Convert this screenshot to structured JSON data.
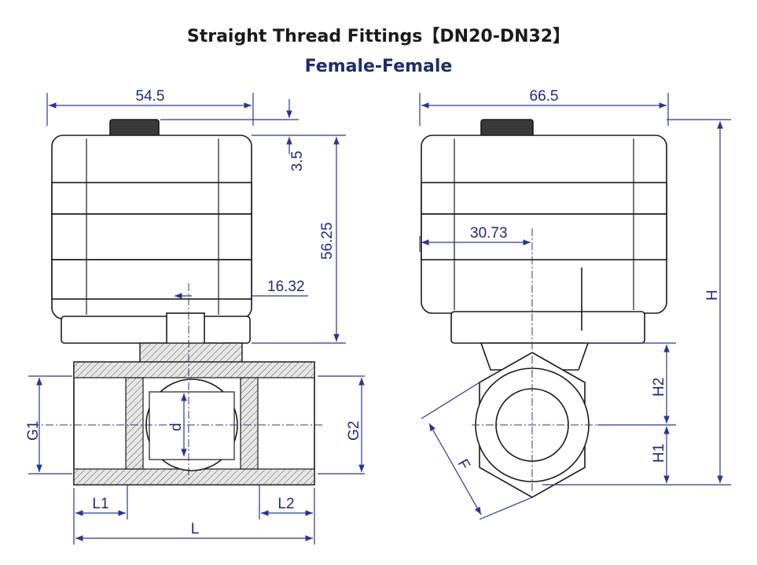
{
  "header": {
    "title": "Straight Thread Fittings【DN20-DN32】",
    "subtitle": "Female-Female"
  },
  "front_view": {
    "width_top": "54.5",
    "cap_height": "3.5",
    "body_height": "56.25",
    "stem_offset": "16.32",
    "g1": "G1",
    "g2": "G2",
    "d": "d",
    "l1": "L1",
    "l2": "L2",
    "l": "L"
  },
  "side_view": {
    "width_top": "66.5",
    "center_offset": "30.73",
    "h": "H",
    "h1": "H1",
    "h2": "H2",
    "f": "F"
  },
  "colors": {
    "dimension": "#1f2a7a",
    "title": "#1a1a1a",
    "subtitle": "#1e2d6b"
  }
}
